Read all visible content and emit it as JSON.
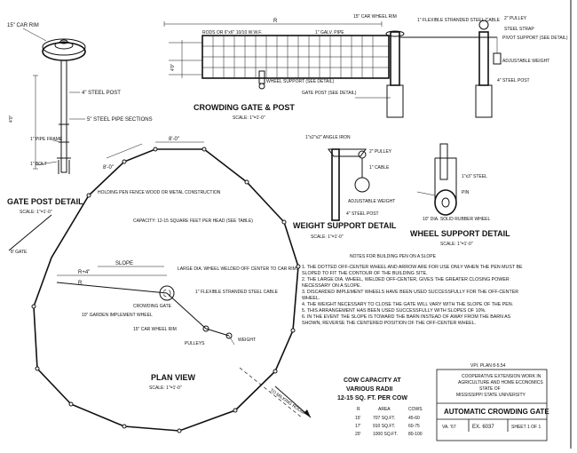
{
  "gate_post_detail": {
    "title": "GATE POST DETAIL",
    "scale": "SCALE: 1\"=1'-0\"",
    "labels": {
      "car_rim": "15\" CAR RIM",
      "steel_post": "4\" STEEL POST",
      "pipe_sections": "5\" STEEL PIPE SECTIONS",
      "pipe_frame": "1\" PIPE FRAME",
      "bolt": "1\" BOLT",
      "height": "4'0\""
    }
  },
  "crowding_gate_post": {
    "title": "CROWDING GATE & POST",
    "scale": "SCALE: 1\"=1'-0\"",
    "labels": {
      "rods": "RODS OR 6\"x6\" 10/10 W.W.F.",
      "galv_pipe": "1\" GALV. PIPE",
      "car_wheel_rim": "15\" CAR WHEEL RIM",
      "flexible_cable": "1\" FLEXIBLE STRANDED STEEL CABLE",
      "pulley": "2\" PULLEY",
      "steel_strap": "STEEL STRAP",
      "pivot_support": "PIVOT SUPPORT (SEE DETAIL)",
      "adjustable_weight": "ADJUSTABLE WEIGHT",
      "wheel_support": "WHEEL SUPPORT (SEE DETAIL)",
      "gate_post": "GATE POST (SEE DETAIL)",
      "steel_post": "4\" STEEL POST",
      "span": "R",
      "height": "4'0\""
    }
  },
  "weight_support_detail": {
    "title": "WEIGHT SUPPORT DETAIL",
    "scale": "SCALE: 1\"=1'-0\"",
    "labels": {
      "angle_iron": "1\"x2\"x2\" ANGLE IRON",
      "pulley": "2\" PULLEY",
      "cable": "1\" CABLE",
      "adjustable_weight": "ADJUSTABLE WEIGHT",
      "steel_post": "4\" STEEL POST"
    }
  },
  "wheel_support_detail": {
    "title": "WHEEL SUPPORT DETAIL",
    "scale": "SCALE: 1\"=1'-0\"",
    "labels": {
      "bolt": "1\"x3\" STEEL",
      "pin": "PIN",
      "rubber_wheel": "10\" DIA. SOLID RUBBER WHEEL"
    }
  },
  "plan_view": {
    "title": "PLAN VIEW",
    "scale": "SCALE: 1\"=1'-0\"",
    "labels": {
      "top_dim": "8'-0\"",
      "side_dim": "8'-0\"",
      "pen_fence": "HOLDING PEN FENCE WOOD OR METAL CONSTRUCTION",
      "capacity": "CAPACITY: 12-15 SQUARE FEET PER HEAD (SEE TABLE)",
      "slope": "SLOPE",
      "r_plus_4": "R+4\"",
      "r": "R",
      "gate": "8' GATE",
      "large_wheel": "LARGE DIA. WHEEL WELDED OFF CENTER TO CAR RIM.",
      "crowding_gate": "CROWDING GATE",
      "flex_cable": "1\" FLEXIBLE STRANDED STEEL CABLE",
      "garden_wheel": "10\" GARDEN IMPLEMENT WHEEL",
      "car_wheel_rim": "15\" CAR WHEEL RIM",
      "pulleys": "PULLEYS",
      "weight": "WEIGHT",
      "to_milking_room": "TO MILKING ROOM"
    }
  },
  "notes": {
    "heading": "NOTES FOR BUILDING PEN ON A SLOPE",
    "items": [
      "1. THE DOTTED OFF-CENTER WHEEL AND ARROW ARE FOR USE ONLY WHEN THE PEN MUST BE SLOPED TO FIT THE CONTOUR OF THE BUILDING SITE.",
      "2. THE LARGE DIA. WHEEL, WELDED OFF-CENTER, GIVES THE GREATER CLOSING POWER NECESSARY ON A SLOPE.",
      "3. DISCARDED IMPLEMENT WHEELS HAVE BEEN USED SUCCESSFULLY FOR THE OFF-CENTER WHEEL.",
      "4. THE WEIGHT NECESSARY TO CLOSE THE GATE WILL VARY WITH THE SLOPE OF THE PEN.",
      "5. THIS ARRANGEMENT HAS BEEN USED SUCCESSFULLY WITH SLOPES OF 10%.",
      "6. IN THE EVENT THE SLOPE IS TOWARD THE BARN INSTEAD OF AWAY FROM THE BARN AS SHOWN, REVERSE THE CENTERED POSITION OF THE OFF-CENTER WHEEL."
    ]
  },
  "capacity_table": {
    "title_line1": "COW CAPACITY AT",
    "title_line2": "VARIOUS RADII",
    "title_line3": "12-15 SQ. FT. PER COW",
    "headers": [
      "R",
      "AREA",
      "COWS"
    ],
    "rows": [
      [
        "15'",
        "707 SQ.FT.",
        "45-60"
      ],
      [
        "17'",
        "910 SQ.FT.",
        "60-75"
      ],
      [
        "20'",
        "1000 SQ.FT.",
        "80-100"
      ]
    ]
  },
  "title_block": {
    "plan_number": "VPI. PLAN 8-5.54",
    "org_line1": "COOPERATIVE EXTENSION WORK IN",
    "org_line2": "AGRICULTURE AND HOME ECONOMICS",
    "org_line3": "STATE OF",
    "org_line4": "MISSISSIPPI STATE UNIVERSITY",
    "drawing_title": "AUTOMATIC CROWDING GATE",
    "state": "VA. '67",
    "ex_number": "EX. 6037",
    "sheet": "SHEET 1 OF 1"
  }
}
